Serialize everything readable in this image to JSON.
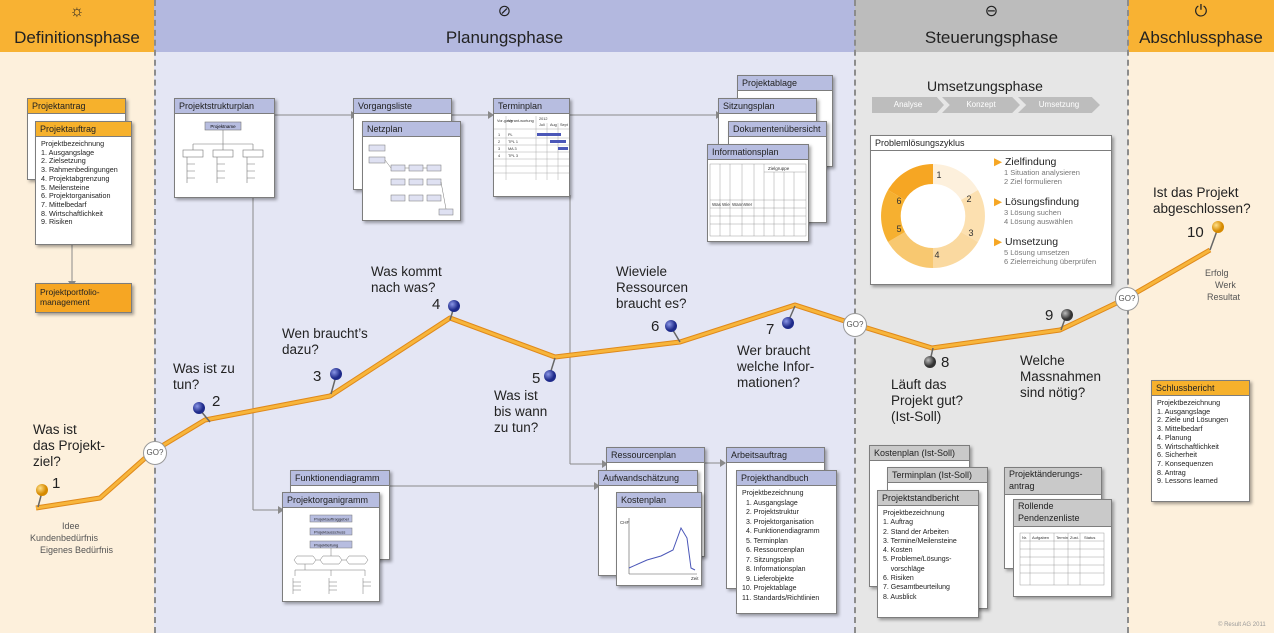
{
  "phases": {
    "definition": {
      "title": "Definitionsphase"
    },
    "planning": {
      "title": "Planungsphase"
    },
    "control": {
      "title": "Steuerungsphase"
    },
    "closing": {
      "title": "Abschlussphase"
    }
  },
  "definition_docs": {
    "projektantrag": "Projektantrag",
    "projektauftrag": {
      "title": "Projektauftrag",
      "items": [
        "Projektbezeichnung",
        "1. Ausgangslage",
        "2. Zielsetzung",
        "3. Rahmenbedingungen",
        "4. Projektabgrenzung",
        "5. Meilensteine",
        "6. Projektorganisation",
        "7. Mittelbedarf",
        "8. Wirtschaftlichkeit",
        "9. Risiken"
      ]
    },
    "portfolio": "Projektportfolio-management"
  },
  "planning_docs": {
    "psp": "Projektstrukturplan",
    "psp_box": "Projektname",
    "vorgangsliste": "Vorgangsliste",
    "netzplan": "Netzplan",
    "terminplan": "Terminplan",
    "terminplan_cols": [
      "Vor-gang",
      "Verant-wortung",
      "2012",
      "Juli",
      "Aug",
      "Sept"
    ],
    "terminplan_rows": [
      [
        "1",
        "PL"
      ],
      [
        "2",
        "TPL 1"
      ],
      [
        "3",
        "MA 3"
      ],
      [
        "4",
        "TPL 3"
      ]
    ],
    "projektablage": "Projektablage",
    "sitzungsplan": "Sitzungsplan",
    "dokumentenuebersicht": "Dokumentenübersicht",
    "informationsplan": "Informationsplan",
    "infoplan_cols": [
      "Was",
      "Wie",
      "Wann",
      "Wer"
    ],
    "infoplan_head": "Zielgruppe",
    "funktionendiagramm": "Funktionendiagramm",
    "projektorganigramm": "Projektorganigramm",
    "organigramm_boxes": [
      "Projektauftraggeber",
      "Projektausschuss",
      "Projektleitung"
    ],
    "ressourcenplan": "Ressourcenplan",
    "aufwandschaetzung": "Aufwandschätzung",
    "kostenplan": "Kostenplan",
    "kostenplan_y": "CHF",
    "kostenplan_x": "Zeit",
    "arbeitsauftrag": "Arbeitsauftrag",
    "projekthandbuch": {
      "title": "Projekthandbuch",
      "items": [
        "Projektbezeichnung",
        "1. Ausgangslage",
        "2. Projektstruktur",
        "3. Projektorganisation",
        "4. Funktionendiagramm",
        "5. Terminplan",
        "6. Ressourcenplan",
        "7. Sitzungsplan",
        "8. Informationsplan",
        "9. Lieferobjekte",
        "10. Projektablage",
        "11. Standards/Richtlinien"
      ]
    }
  },
  "control": {
    "umsetzung_title": "Umsetzungsphase",
    "steps": [
      "Analyse",
      "Konzept",
      "Umsetzung"
    ],
    "cycle_title": "Problemlösungszyklus",
    "cycle": [
      {
        "head": "Zielfindung",
        "subs": [
          "1  Situation analysieren",
          "2  Ziel formulieren"
        ]
      },
      {
        "head": "Lösungsfindung",
        "subs": [
          "3  Lösung suchen",
          "4  Lösung auswählen"
        ]
      },
      {
        "head": "Umsetzung",
        "subs": [
          "5  Lösung umsetzen",
          "6  Zielerreichung überprüfen"
        ]
      }
    ],
    "ring_labels": [
      "1",
      "2",
      "3",
      "4",
      "5",
      "6"
    ],
    "kostenplan_ist": "Kostenplan (Ist-Soll)",
    "terminplan_ist": "Terminplan (Ist-Soll)",
    "standbericht": {
      "title": "Projektstandbericht",
      "items": [
        "Projektbezeichnung",
        "1. Auftrag",
        "2. Stand der Arbeiten",
        "3. Termine/Meilensteine",
        "4. Kosten",
        "5. Probleme/Lösungs-",
        "    vorschläge",
        "6. Risiken",
        "7. Gesamtbeurteilung",
        "8. Ausblick"
      ]
    },
    "aenderungsantrag": "Projektänderungs-antrag",
    "pendenzenliste": "Rollende Pendenzenliste",
    "pendenz_cols": [
      "Nr.",
      "Aufgaben",
      "Termin",
      "Zust.",
      "Status"
    ]
  },
  "closing": {
    "schlussbericht": {
      "title": "Schlussbericht",
      "items": [
        "Projektbezeichnung",
        "1. Ausgangslage",
        "2. Ziele und Lösungen",
        "3. Mittelbedarf",
        "4. Planung",
        "5. Wirtschaftlichkeit",
        "6. Sicherheit",
        "7. Konsequenzen",
        "8. Antrag",
        "9. Lessons learned"
      ]
    },
    "outcomes": [
      "Erfolg",
      "Werk",
      "Resultat"
    ],
    "copyright": "© Result AG 2011"
  },
  "start_labels": [
    "Idee",
    "Kundenbedürfnis",
    "Eigenes Bedürfnis"
  ],
  "go": "GO?",
  "milestones": [
    {
      "n": "1",
      "q": [
        "Was ist",
        "das Projekt-",
        "ziel?"
      ]
    },
    {
      "n": "2",
      "q": [
        "Was ist zu",
        "tun?"
      ]
    },
    {
      "n": "3",
      "q": [
        "Wen braucht’s",
        "dazu?"
      ]
    },
    {
      "n": "4",
      "q": [
        "Was kommt",
        "nach was?"
      ]
    },
    {
      "n": "5",
      "q": [
        "Was ist",
        "bis wann",
        "zu tun?"
      ]
    },
    {
      "n": "6",
      "q": [
        "Wieviele",
        "Ressourcen",
        "braucht es?"
      ]
    },
    {
      "n": "7",
      "q": [
        "Wer braucht",
        "welche Infor-",
        "mationen?"
      ]
    },
    {
      "n": "8",
      "q": [
        "Läuft das",
        "Projekt gut?",
        "(Ist-Soll)"
      ]
    },
    {
      "n": "9",
      "q": [
        "Welche",
        "Massnahmen",
        "sind nötig?"
      ]
    },
    {
      "n": "10",
      "q": [
        "Ist das Projekt",
        "abgeschlossen?"
      ]
    }
  ],
  "colors": {
    "orange": "#f6a623",
    "blue": "#4b57b8",
    "planning_bg": "#e4e6f4",
    "def_bg": "#fdf0dc",
    "control_bg": "#e6e6e6"
  }
}
